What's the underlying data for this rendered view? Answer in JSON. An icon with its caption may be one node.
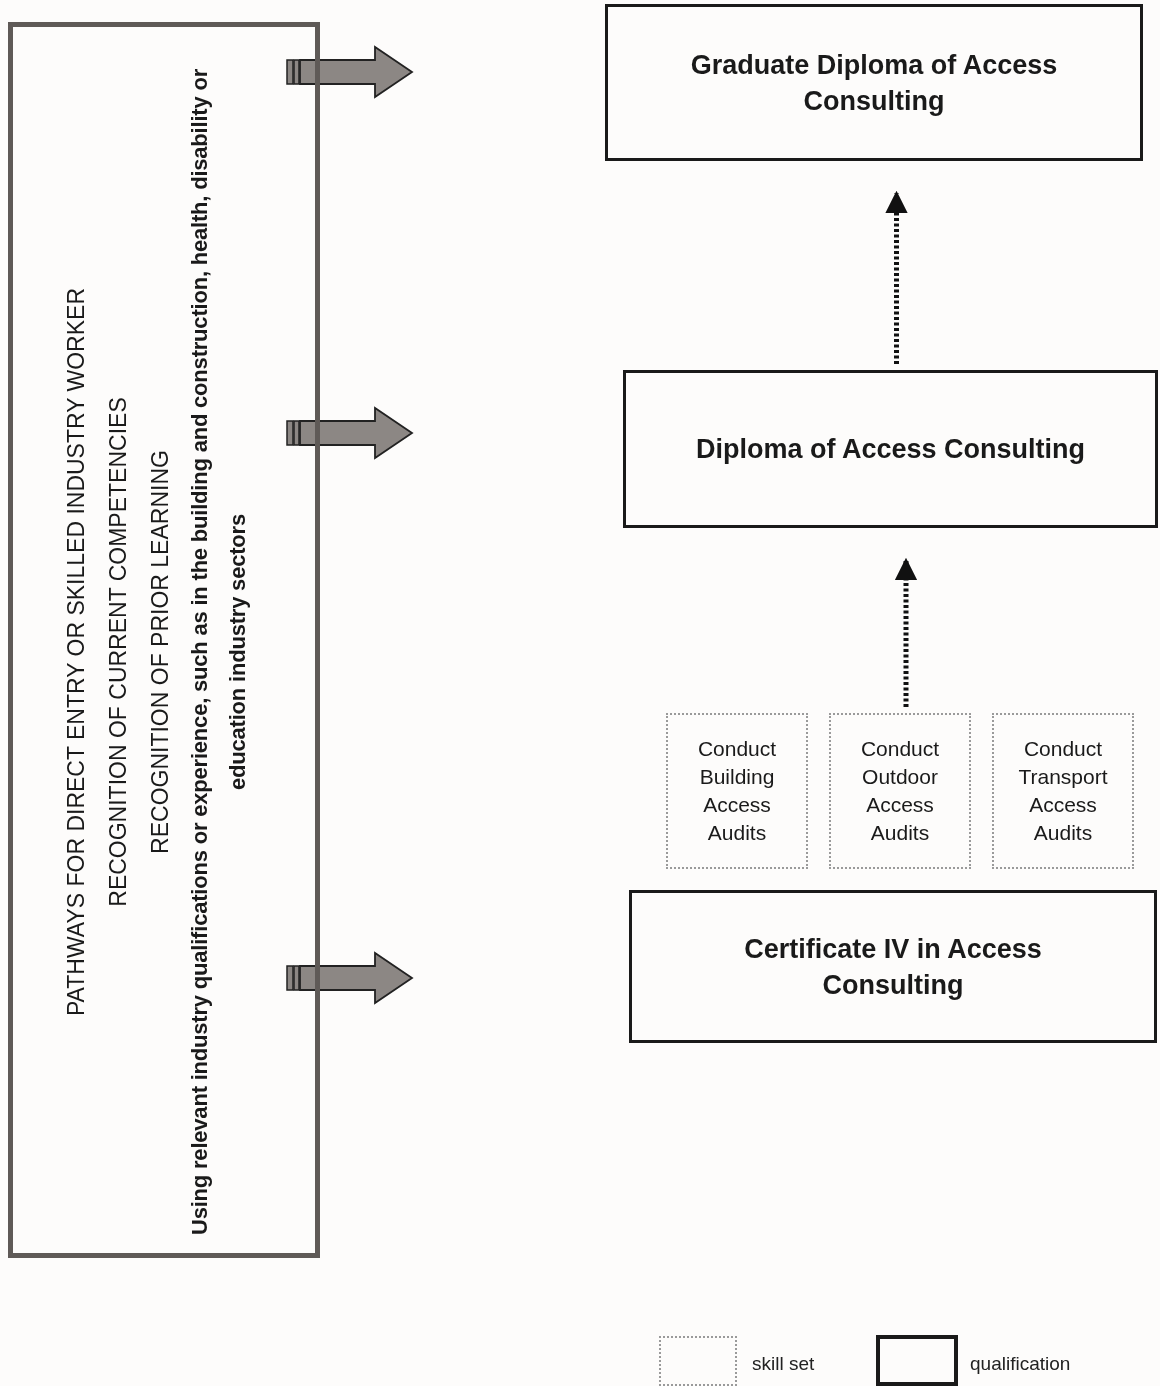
{
  "diagram": {
    "nodes": [
      {
        "text": [
          "PATHWAYS FOR DIRECT ENTRY OR SKILLED INDUSTRY WORKER",
          "RECOGNITION OF CURRENT COMPETENCIES",
          "RECOGNITION OF PRIOR LEARNING",
          "Using relevant industry qualifications or experience, such as in the building and construction, health, disability or education industry sectors"
        ]
      },
      {
        "text": [
          "Graduate Diploma of Access Consulting"
        ]
      },
      {
        "text": [
          "Diploma of Access Consulting"
        ]
      },
      {
        "text": [
          "Conduct Building Access Audits"
        ]
      },
      {
        "text": [
          "Conduct Outdoor Access Audits"
        ]
      },
      {
        "text": [
          "Conduct Transport Access Audits"
        ]
      },
      {
        "text": [
          "Certificate IV in Access Consulting"
        ]
      }
    ],
    "edges": [
      {
        "from": 0,
        "to": null,
        "arrow": "to",
        "style": "thick",
        "color": "#8c8784"
      },
      {
        "from": 0,
        "to": null,
        "arrow": "to",
        "style": "thick",
        "color": "#8c8784"
      },
      {
        "from": 0,
        "to": null,
        "arrow": "to",
        "style": "thick",
        "color": "#8c8784"
      },
      {
        "from": 4,
        "to": 2,
        "arrow": "to",
        "style": "dashed"
      },
      {
        "from": 2,
        "to": 1,
        "arrow": "to",
        "style": "dashed"
      }
    ],
    "legend": [
      {
        "text": "skill set"
      },
      {
        "text": "qualification"
      }
    ]
  }
}
